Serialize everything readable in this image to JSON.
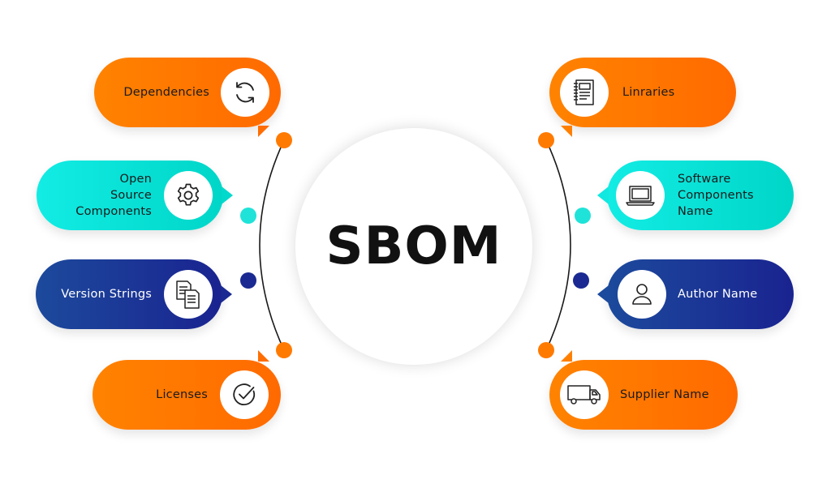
{
  "center": {
    "title": "SBOM"
  },
  "left_items": [
    {
      "id": "dependencies",
      "label": "Dependencies",
      "color": "orange",
      "icon": "refresh-icon"
    },
    {
      "id": "open-source-components",
      "label_lines": [
        "Open",
        "Source",
        "Components"
      ],
      "color": "teal",
      "icon": "gear-icon"
    },
    {
      "id": "version-strings",
      "label": "Version Strings",
      "color": "navy",
      "icon": "documents-icon"
    },
    {
      "id": "licenses",
      "label": "Licenses",
      "color": "orange",
      "icon": "check-circle-icon"
    }
  ],
  "right_items": [
    {
      "id": "libraries",
      "label": "Linraries",
      "color": "orange",
      "icon": "notebook-icon"
    },
    {
      "id": "software-components-name",
      "label_lines": [
        "Software",
        "Components",
        "Name"
      ],
      "color": "teal",
      "icon": "laptop-icon"
    },
    {
      "id": "author-name",
      "label": "Author Name",
      "color": "navy",
      "icon": "user-icon"
    },
    {
      "id": "supplier-name",
      "label": "Supplier Name",
      "color": "orange",
      "icon": "truck-icon"
    }
  ],
  "colors": {
    "orange": "#ff7a00",
    "teal": "#12e4da",
    "navy": "#1a2a92",
    "text_dark": "#111111"
  }
}
